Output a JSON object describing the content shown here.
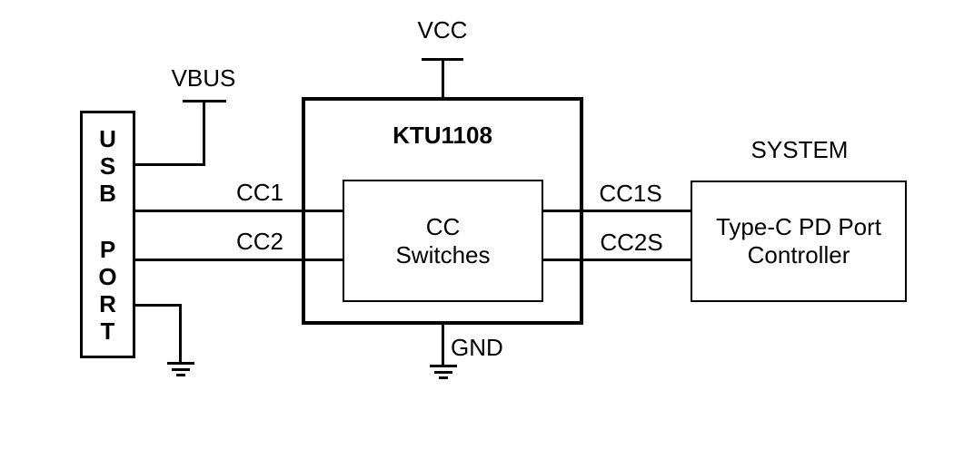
{
  "diagram": {
    "chip": {
      "name": "KTU1108",
      "inner_block_line1": "CC",
      "inner_block_line2": "Switches"
    },
    "usb_port": {
      "letters": [
        "U",
        "S",
        "B",
        "P",
        "O",
        "R",
        "T"
      ]
    },
    "system": {
      "caption": "SYSTEM",
      "controller_line1": "Type-C PD Port",
      "controller_line2": "Controller"
    },
    "power": {
      "vcc": "VCC",
      "vbus": "VBUS",
      "gnd": "GND"
    },
    "signals": {
      "cc1": "CC1",
      "cc2": "CC2",
      "cc1s": "CC1S",
      "cc2s": "CC2S"
    },
    "colors": {
      "line": "#000000",
      "background": "#ffffff",
      "text": "#000000"
    }
  }
}
